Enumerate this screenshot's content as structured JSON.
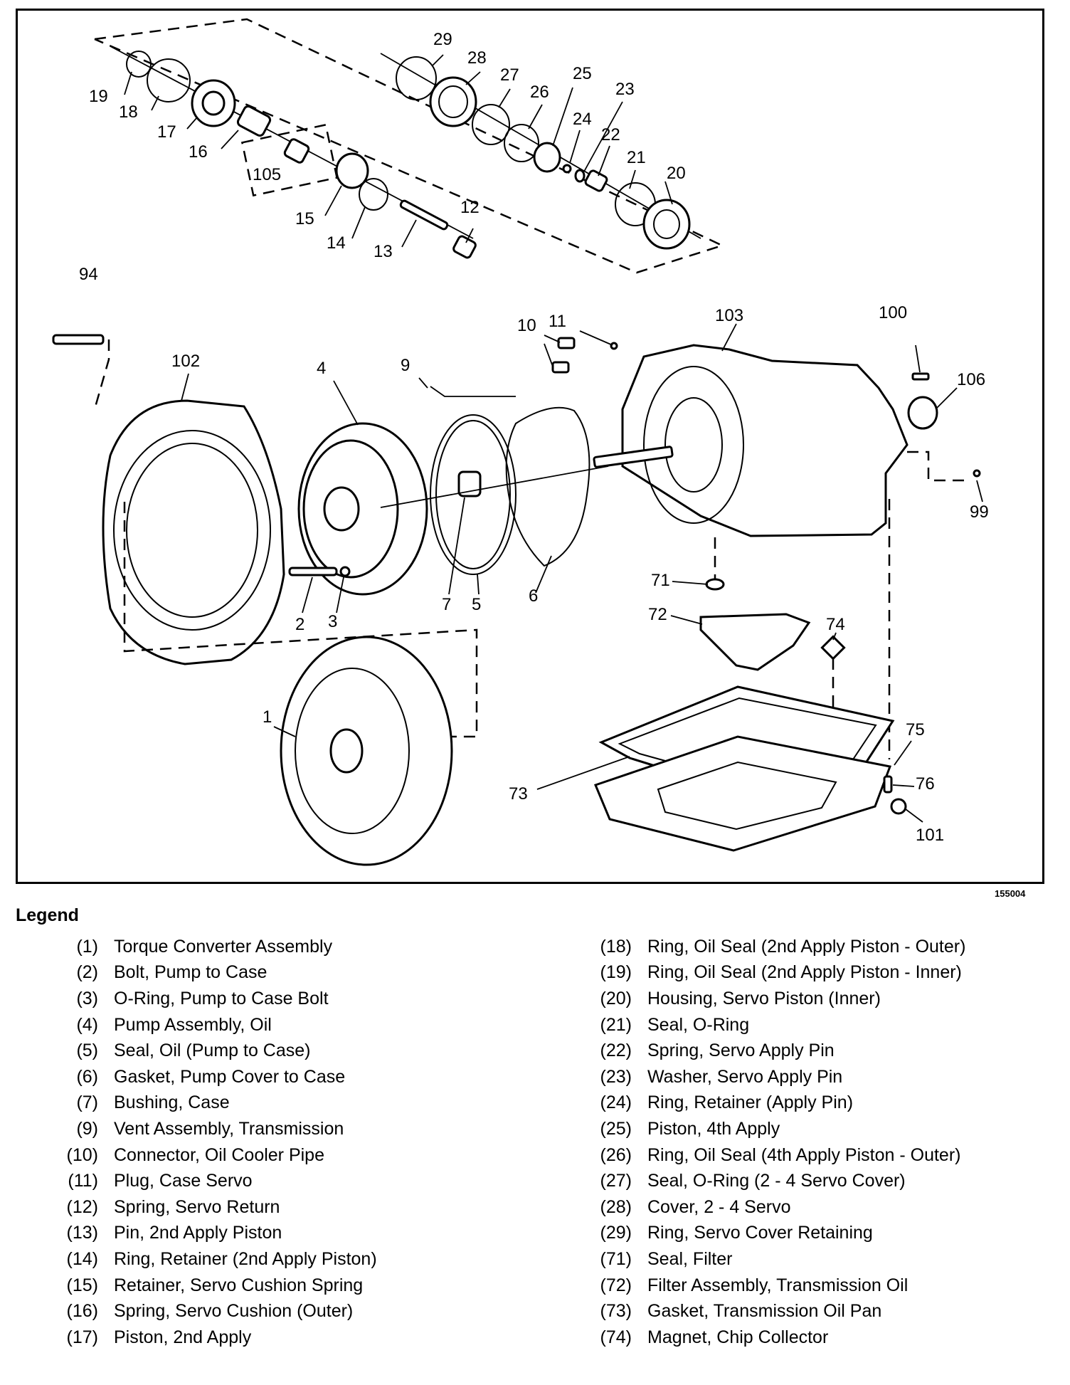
{
  "figure_number": "155004",
  "legend_title": "Legend",
  "callouts": {
    "c1": "1",
    "c2": "2",
    "c3": "3",
    "c4": "4",
    "c5": "5",
    "c6": "6",
    "c7": "7",
    "c9": "9",
    "c10": "10",
    "c11": "11",
    "c12": "12",
    "c13": "13",
    "c14": "14",
    "c15": "15",
    "c16": "16",
    "c17": "17",
    "c18": "18",
    "c19": "19",
    "c20": "20",
    "c21": "21",
    "c22": "22",
    "c23": "23",
    "c24": "24",
    "c25": "25",
    "c26": "26",
    "c27": "27",
    "c28": "28",
    "c29": "29",
    "c71": "71",
    "c72": "72",
    "c73": "73",
    "c74": "74",
    "c75": "75",
    "c76": "76",
    "c94": "94",
    "c99": "99",
    "c100": "100",
    "c101": "101",
    "c102": "102",
    "c103": "103",
    "c105": "105",
    "c106": "106"
  },
  "legend_left": [
    {
      "num": "(1)",
      "label": "Torque Converter Assembly"
    },
    {
      "num": "(2)",
      "label": "Bolt, Pump to Case"
    },
    {
      "num": "(3)",
      "label": "O-Ring, Pump to Case Bolt"
    },
    {
      "num": "(4)",
      "label": "Pump Assembly, Oil"
    },
    {
      "num": "(5)",
      "label": "Seal, Oil (Pump to Case)"
    },
    {
      "num": "(6)",
      "label": "Gasket, Pump Cover to Case"
    },
    {
      "num": "(7)",
      "label": "Bushing, Case"
    },
    {
      "num": "(9)",
      "label": "Vent Assembly, Transmission"
    },
    {
      "num": "(10)",
      "label": "Connector, Oil Cooler Pipe"
    },
    {
      "num": "(11)",
      "label": "Plug, Case Servo"
    },
    {
      "num": "(12)",
      "label": "Spring, Servo Return"
    },
    {
      "num": "(13)",
      "label": "Pin, 2nd Apply Piston"
    },
    {
      "num": "(14)",
      "label": "Ring, Retainer (2nd Apply Piston)"
    },
    {
      "num": "(15)",
      "label": "Retainer, Servo Cushion Spring"
    },
    {
      "num": "(16)",
      "label": "Spring, Servo Cushion (Outer)"
    },
    {
      "num": "(17)",
      "label": "Piston, 2nd Apply"
    }
  ],
  "legend_right": [
    {
      "num": "(18)",
      "label": "Ring, Oil Seal (2nd Apply Piston - Outer)"
    },
    {
      "num": "(19)",
      "label": "Ring, Oil Seal (2nd Apply Piston - Inner)"
    },
    {
      "num": "(20)",
      "label": "Housing, Servo Piston (Inner)"
    },
    {
      "num": "(21)",
      "label": "Seal, O-Ring"
    },
    {
      "num": "(22)",
      "label": "Spring, Servo Apply Pin"
    },
    {
      "num": "(23)",
      "label": "Washer, Servo Apply Pin"
    },
    {
      "num": "(24)",
      "label": "Ring, Retainer (Apply Pin)"
    },
    {
      "num": "(25)",
      "label": "Piston, 4th Apply"
    },
    {
      "num": "(26)",
      "label": "Ring, Oil Seal (4th Apply Piston - Outer)"
    },
    {
      "num": "(27)",
      "label": "Seal, O-Ring (2 - 4 Servo Cover)"
    },
    {
      "num": "(28)",
      "label": "Cover, 2 - 4 Servo"
    },
    {
      "num": "(29)",
      "label": "Ring, Servo Cover Retaining"
    },
    {
      "num": "(71)",
      "label": "Seal, Filter"
    },
    {
      "num": "(72)",
      "label": "Filter Assembly, Transmission Oil"
    },
    {
      "num": "(73)",
      "label": "Gasket, Transmission Oil Pan"
    },
    {
      "num": "(74)",
      "label": "Magnet, Chip Collector"
    }
  ]
}
